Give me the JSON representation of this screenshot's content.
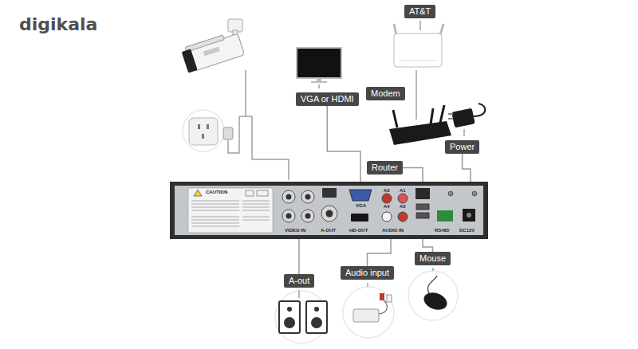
{
  "diagram": {
    "nodes": [
      {
        "text": [
          "AT&T"
        ]
      },
      {
        "text": [
          "Modem"
        ]
      },
      {
        "text": [
          "VGA or HDMI"
        ]
      },
      {
        "text": [
          "Power"
        ]
      },
      {
        "text": [
          "Router"
        ]
      },
      {
        "text": [
          "CAUTION",
          "VIDEO IN",
          "A-OUT",
          "VGA",
          "HD-OUT",
          "A3",
          "A1",
          "A4",
          "A2",
          "AUDIO IN",
          "RS485",
          "DC12V"
        ]
      },
      {
        "text": [
          "A-out"
        ]
      },
      {
        "text": [
          "Audio input"
        ]
      },
      {
        "text": [
          "Mouse"
        ]
      }
    ],
    "edges": [
      {
        "from": 2,
        "to": 5,
        "arrow": "none"
      },
      {
        "from": 4,
        "to": 5,
        "arrow": "none"
      },
      {
        "from": 3,
        "to": 5,
        "arrow": "none"
      },
      {
        "from": 6,
        "to": 5,
        "arrow": "none"
      },
      {
        "from": 7,
        "to": 5,
        "arrow": "none"
      },
      {
        "from": 8,
        "to": 5,
        "arrow": "none"
      }
    ],
    "labels": [
      "digikala"
    ]
  }
}
